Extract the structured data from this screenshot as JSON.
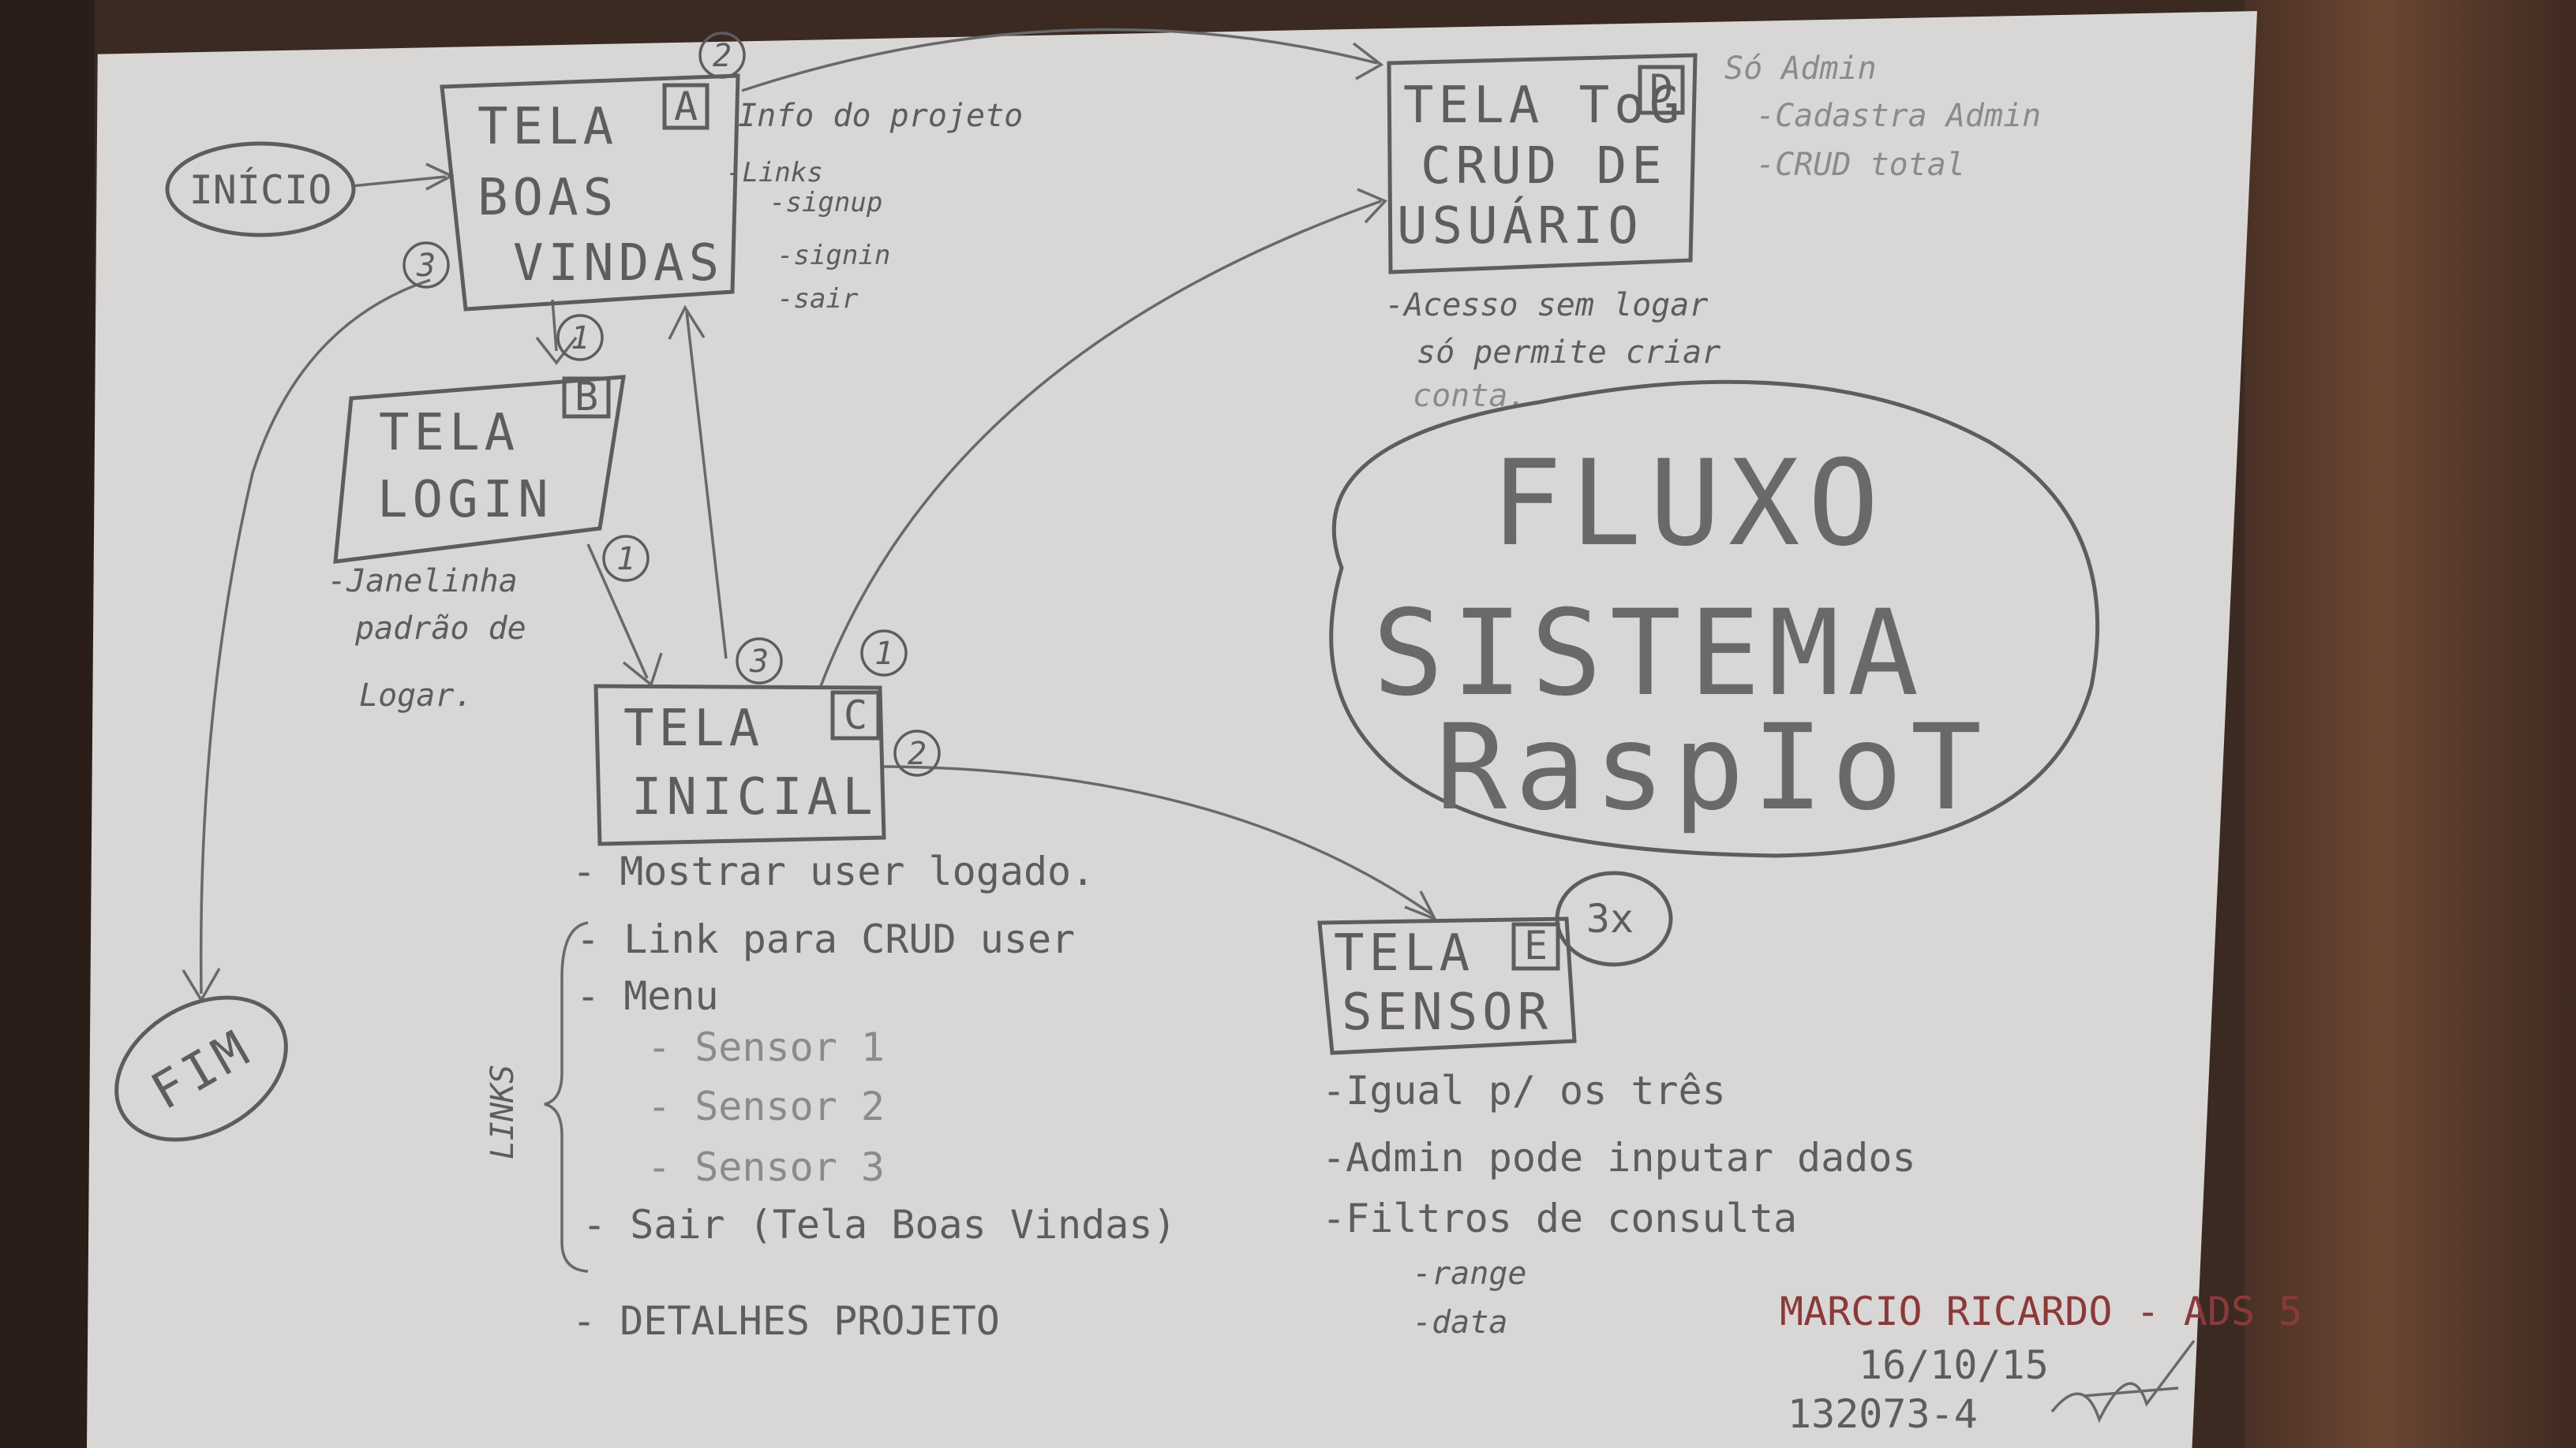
{
  "title": [
    "FLUXO",
    "SISTEMA",
    "RaspIoT"
  ],
  "start": "INÍCIO",
  "end": "FIM",
  "screens": {
    "a": {
      "line1": "TELA",
      "line2": "BOAS",
      "line3": "VINDAS",
      "letter": "A"
    },
    "b": {
      "line1": "TELA",
      "line2": "LOGIN",
      "letter": "B"
    },
    "c": {
      "line1": "TELA",
      "line2": "INICIAL",
      "letter": "C"
    },
    "d": {
      "line1": "TELA ToG",
      "line2": "CRUD DE",
      "line3": "USUÁRIO",
      "letter": "D"
    },
    "e": {
      "line1": "TELA",
      "line2": "SENSOR",
      "letter": "E",
      "multiplier": "3x"
    }
  },
  "badges": {
    "one": "1",
    "two": "2",
    "three": "3"
  },
  "notes": {
    "a": [
      "Info do projeto",
      "-Links",
      "-signup",
      "-signin",
      "-sair"
    ],
    "b": [
      "-Janelinha",
      "padrão de",
      "Logar."
    ],
    "c": [
      "- Mostrar user logado.",
      "- Link para CRUD user",
      "- Menu",
      "- Sensor 1",
      "- Sensor 2",
      "- Sensor 3",
      "- Sair (Tela Boas Vindas)",
      "- DETALHES PROJETO"
    ],
    "c_brace_label": "LINKS",
    "d_top": [
      "Só Admin",
      "-Cadastra Admin",
      "-CRUD total"
    ],
    "d_bottom": [
      "-Acesso sem logar",
      "só permite criar",
      "conta."
    ],
    "e": [
      "-Igual p/ os três",
      "-Admin pode inputar dados",
      "-Filtros de consulta",
      "-range",
      "-data"
    ]
  },
  "signature": [
    "MARCIO RICARDO - ADS 5",
    "16/10/15",
    "132073-4"
  ]
}
